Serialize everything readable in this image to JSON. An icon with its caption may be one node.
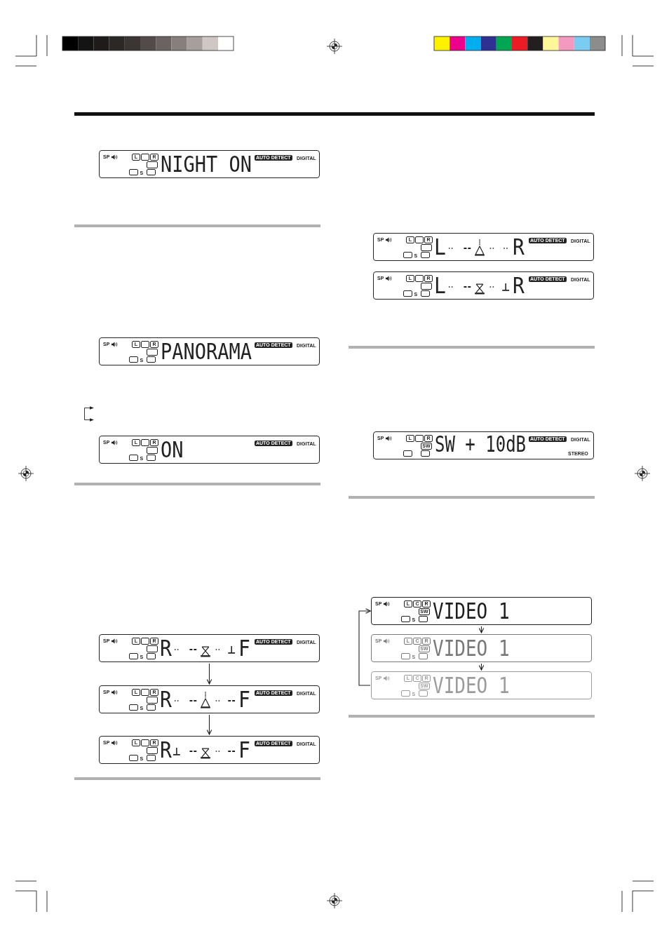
{
  "diagram": {
    "nodes": [
      {
        "text": [
          "SP",
          "L",
          "R",
          "S",
          "NIGHT ON",
          "AUTO DETECT",
          "DIGITAL"
        ]
      },
      {
        "text": [
          "SP",
          "L",
          "R",
          "S",
          "PANORAMA",
          "AUTO DETECT",
          "DIGITAL"
        ]
      },
      {
        "text": [
          "SP",
          "L",
          "R",
          "S",
          "ON",
          "AUTO DETECT",
          "DIGITAL"
        ]
      },
      {
        "text": [
          "SP",
          "L",
          "R",
          "S",
          "R",
          "F",
          "AUTO DETECT",
          "DIGITAL"
        ]
      },
      {
        "text": [
          "SP",
          "L",
          "R",
          "S",
          "R",
          "F",
          "AUTO DETECT",
          "DIGITAL"
        ]
      },
      {
        "text": [
          "SP",
          "L",
          "R",
          "S",
          "R",
          "F",
          "AUTO DETECT",
          "DIGITAL"
        ]
      },
      {
        "text": [
          "SP",
          "L",
          "R",
          "S",
          "L",
          "R",
          "AUTO DETECT",
          "DIGITAL"
        ]
      },
      {
        "text": [
          "SP",
          "L",
          "R",
          "S",
          "L",
          "R",
          "AUTO DETECT",
          "DIGITAL"
        ]
      },
      {
        "text": [
          "SP",
          "L",
          "R",
          "SW",
          "SW + 10dB",
          "AUTO DETECT",
          "DIGITAL",
          "STEREO"
        ]
      },
      {
        "text": [
          "SP",
          "L",
          "C",
          "R",
          "SW",
          "S",
          "VIDEO 1"
        ]
      },
      {
        "text": [
          "SP",
          "L",
          "C",
          "R",
          "SW",
          "S",
          "VIDEO 1"
        ]
      },
      {
        "text": [
          "SP",
          "L",
          "C",
          "R",
          "SW",
          "S",
          "VIDEO 1"
        ]
      }
    ],
    "edges": [
      {
        "from": 3,
        "to": 4,
        "arrow": "to"
      },
      {
        "from": 4,
        "to": 5,
        "arrow": "to"
      },
      {
        "from": 9,
        "to": 10,
        "arrow": "to"
      },
      {
        "from": 10,
        "to": 11,
        "arrow": "to"
      },
      {
        "from": 11,
        "to": 9,
        "arrow": "to"
      }
    ]
  }
}
